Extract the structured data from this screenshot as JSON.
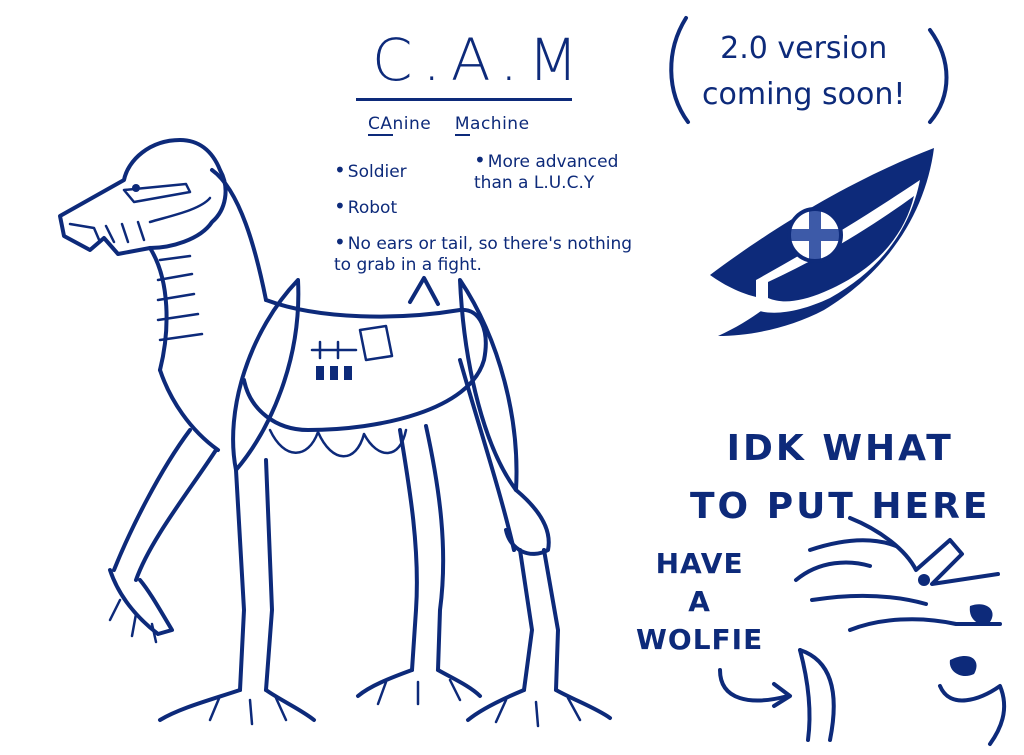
{
  "title": "C.A.M",
  "subtitle": {
    "part1_underlined": "CA",
    "part1_rest": "nine",
    "part2_underlined": "M",
    "part2_rest": "achine"
  },
  "notes_left": [
    "Soldier",
    "Robot",
    "No ears or tail, so there's nothing to grab in a fight."
  ],
  "notes_right": [
    "More advanced than a L.U.C.Y"
  ],
  "coming_soon": {
    "line1": "2.0 version",
    "line2": "coming soon!"
  },
  "idk": {
    "line1": "IDK WHAT",
    "line2": "TO PUT HERE"
  },
  "wolfie": {
    "line1": "HAVE",
    "line2": "A",
    "line3": "WOLFIE"
  },
  "ink_color": "#0d2a7a"
}
